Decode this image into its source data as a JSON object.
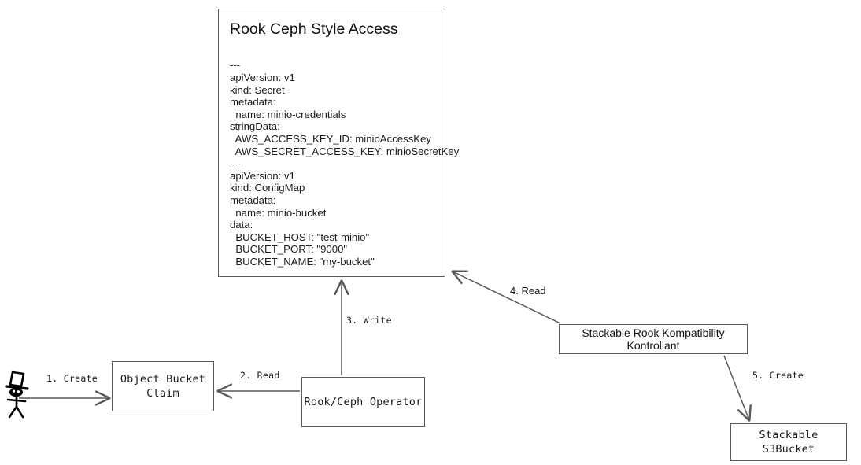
{
  "diagram": {
    "title": "Rook Ceph Style Access",
    "nodes": {
      "yaml_manifest": {
        "title": "Rook Ceph Style Access",
        "body": "---\napiVersion: v1\nkind: Secret\nmetadata:\n  name: minio-credentials\nstringData:\n  AWS_ACCESS_KEY_ID: minioAccessKey\n  AWS_SECRET_ACCESS_KEY: minioSecretKey\n---\napiVersion: v1\nkind: ConfigMap\nmetadata:\n  name: minio-bucket\ndata:\n  BUCKET_HOST: \"test-minio\"\n  BUCKET_PORT: \"9000\"\n  BUCKET_NAME: \"my-bucket\""
      },
      "object_bucket_claim": {
        "label": "Object Bucket\nClaim"
      },
      "rook_ceph_operator": {
        "label": "Rook/Ceph Operator"
      },
      "stackable_kontrollant": {
        "label": "Stackable Rook Kompatibility Kontrollant"
      },
      "stackable_s3bucket": {
        "label": "Stackable S3Bucket"
      },
      "actor": {
        "label": "user-actor"
      }
    },
    "edges": [
      {
        "id": "create1",
        "label": "1. Create",
        "from": "actor",
        "to": "object_bucket_claim"
      },
      {
        "id": "read2",
        "label": "2. Read",
        "from": "rook_ceph_operator",
        "to": "object_bucket_claim"
      },
      {
        "id": "write3",
        "label": "3. Write",
        "from": "rook_ceph_operator",
        "to": "yaml_manifest"
      },
      {
        "id": "read4",
        "label": "4. Read",
        "from": "stackable_kontrollant",
        "to": "yaml_manifest"
      },
      {
        "id": "create5",
        "label": "5. Create",
        "from": "stackable_kontrollant",
        "to": "stackable_s3bucket"
      }
    ],
    "colors": {
      "stroke": "#5a5a5a",
      "edge_stroke": "#58585a",
      "text": "#1a1a1a",
      "background": "#ffffff"
    }
  }
}
